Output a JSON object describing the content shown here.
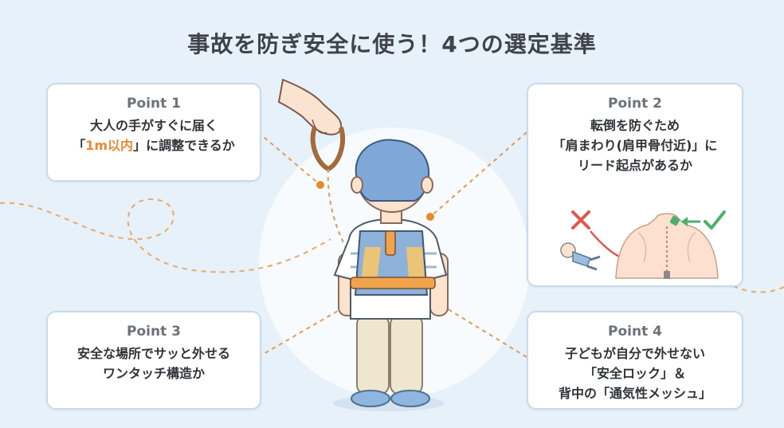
{
  "title": "事故を防ぎ安全に使う！4つの選定基準",
  "points": [
    {
      "label": "Point 1",
      "line1": "大人の手がすぐに届く",
      "line2_pre": "「",
      "line2_hl": "1m以内",
      "line2_post": "」に調整できるか"
    },
    {
      "label": "Point 2",
      "line1": "転倒を防ぐため",
      "line2": "「肩まわり(肩甲骨付近)」に",
      "line3": "リード起点があるか"
    },
    {
      "label": "Point 3",
      "line1": "安全な場所でサッと外せる",
      "line2": "ワンタッチ構造か"
    },
    {
      "label": "Point 4",
      "line1": "子どもが自分で外せない",
      "line2": "「安全ロック」＆",
      "line3": "背中の「通気性メッシュ」"
    }
  ],
  "colors": {
    "background": "#e6f1fa",
    "accent": "#e7892d",
    "wrong": "#e0564a",
    "right": "#4caf6a",
    "card_border": "#c9dbea"
  },
  "icons": {
    "wrong_mark": "cross-icon",
    "right_mark": "check-icon"
  }
}
